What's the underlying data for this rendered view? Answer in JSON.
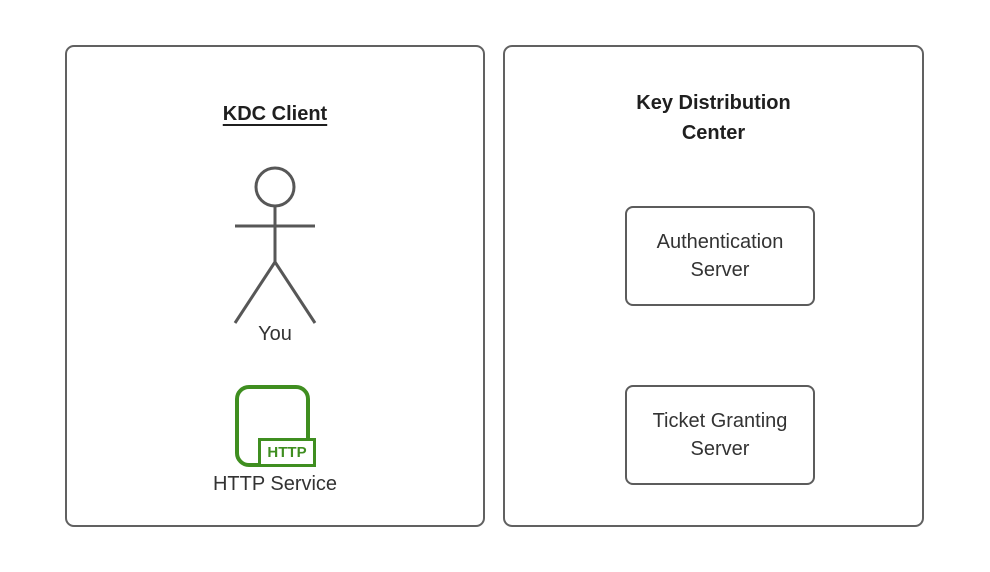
{
  "colors": {
    "panel_border": "#616161",
    "box_border": "#5c5c5c",
    "figure_stroke": "#575757",
    "green": "#3f8e20",
    "text_dark": "#1f1f1f",
    "text_body": "#333333",
    "background": "#ffffff"
  },
  "icons": {
    "actor": "stick-figure-person",
    "http_service": "green-rounded-square-with-http-badge"
  },
  "left_panel": {
    "title": "KDC Client",
    "actor_label": "You",
    "http_badge_label": "HTTP",
    "service_label": "HTTP Service"
  },
  "right_panel": {
    "title": "Key Distribution Center",
    "boxes": [
      {
        "label": "Authentication Server"
      },
      {
        "label": "Ticket Granting Server"
      }
    ]
  }
}
